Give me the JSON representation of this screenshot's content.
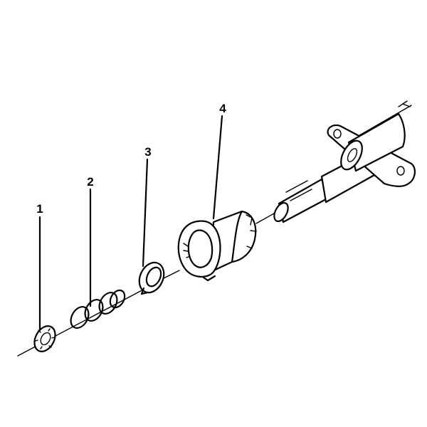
{
  "diagram": {
    "callouts": [
      {
        "label": "1",
        "part": "washer"
      },
      {
        "label": "2",
        "part": "spring"
      },
      {
        "label": "3",
        "part": "retainer-ring"
      },
      {
        "label": "4",
        "part": "bearing-housing"
      }
    ]
  }
}
